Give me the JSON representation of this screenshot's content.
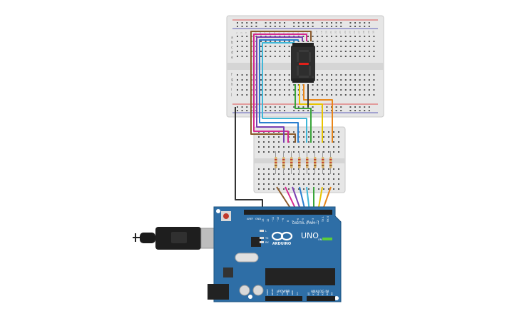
{
  "board": {
    "brand": "ARDUINO",
    "model": "UNO",
    "digital_label": "DIGITAL (PWM~)",
    "power_label": "POWER",
    "analog_label": "ANALOG IN",
    "aref": "AREF",
    "gnd": "GND",
    "tx": "TX",
    "rx": "RX",
    "on": "ON",
    "l": "L",
    "digital_pins": [
      "13",
      "12",
      "~11",
      "~10",
      "~9",
      "8",
      "7",
      "~6",
      "~5",
      "4",
      "~3",
      "2",
      "TX 1",
      "RX 0"
    ],
    "power_pins": [
      "IOREF",
      "RESET",
      "3.3V",
      "5V",
      "GND",
      "GND",
      "Vin"
    ],
    "analog_pins": [
      "A0",
      "A1",
      "A2",
      "A3",
      "A4",
      "A5"
    ]
  },
  "display": {
    "segment_on_color": "#e0201a",
    "segment_off_color": "#3a3a3a"
  },
  "breadboard_top": {
    "row_labels": [
      "a",
      "b",
      "c",
      "d",
      "e",
      "f",
      "g",
      "h",
      "i",
      "j"
    ],
    "column_numbers": [
      "1",
      "2",
      "3",
      "4",
      "5",
      "6",
      "7",
      "8",
      "9",
      "10",
      "11",
      "12",
      "13",
      "14",
      "15",
      "16",
      "17",
      "18",
      "19",
      "20",
      "21",
      "22",
      "23",
      "24",
      "25",
      "26",
      "27",
      "28",
      "29",
      "30"
    ]
  },
  "wire_colors": {
    "ground": "#333333",
    "brown": "#8b5a2b",
    "magenta": "#d6288f",
    "purple": "#7b3fb0",
    "blue": "#2a7fd0",
    "cyan": "#3fb7d8",
    "green": "#3aa53a",
    "yellow": "#e8c400",
    "orange": "#e8861a"
  }
}
